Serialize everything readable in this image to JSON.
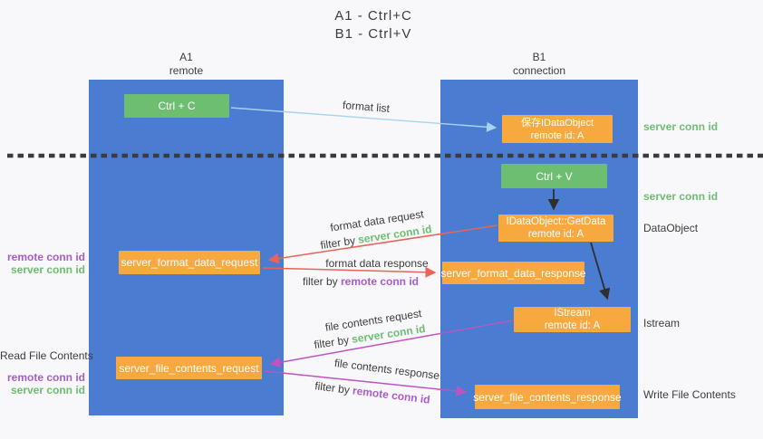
{
  "title": {
    "line1": "A1 - Ctrl+C",
    "line2": "B1 - Ctrl+V"
  },
  "lanes": {
    "a": {
      "id": "A1",
      "name": "remote"
    },
    "b": {
      "id": "B1",
      "name": "connection"
    }
  },
  "nodes": {
    "ctrl_c": {
      "label": "Ctrl + C"
    },
    "save_dataobject": {
      "line1": "保存IDataObject",
      "line2": "remote id: A"
    },
    "ctrl_v": {
      "label": "Ctrl + V"
    },
    "getdata": {
      "line1": "IDataObject::GetData",
      "line2": "remote id: A"
    },
    "format_request": {
      "label": "server_format_data_request"
    },
    "format_response": {
      "label": "server_format_data_response"
    },
    "istream": {
      "line1": "IStream",
      "line2": "remote id: A"
    },
    "file_request": {
      "label": "server_file_contents_request"
    },
    "file_response": {
      "label": "server_file_contents_response"
    }
  },
  "edge_labels": {
    "format_list": "format list",
    "format_data_request": "format data request",
    "format_data_response": "format data response",
    "file_contents_request": "file contents request",
    "file_contents_response": "file contents response",
    "filter_by": "filter by ",
    "server_conn_id": "server conn id",
    "remote_conn_id": "remote conn id"
  },
  "side_labels": {
    "left_remote_conn_id": "remote conn id",
    "left_server_conn_id": "server conn id",
    "read_file_contents": "Read File Contents",
    "right_server_conn_id": "server conn id",
    "dataobject": "DataObject",
    "istream": "Istream",
    "write_file_contents": "Write File Contents"
  },
  "colors": {
    "background": "#f8f8fa",
    "lane_blue": "#4a7cd2",
    "box_green": "#6ebe71",
    "box_orange": "#f7a83f",
    "arrow_light_blue": "#a9d2ee",
    "arrow_red": "#e9635a",
    "arrow_magenta": "#bd54c0",
    "arrow_black": "#2f2f2f",
    "text_green": "#6ebe71",
    "text_purple": "#a85cc8",
    "text_dark": "#3c3c3c"
  }
}
